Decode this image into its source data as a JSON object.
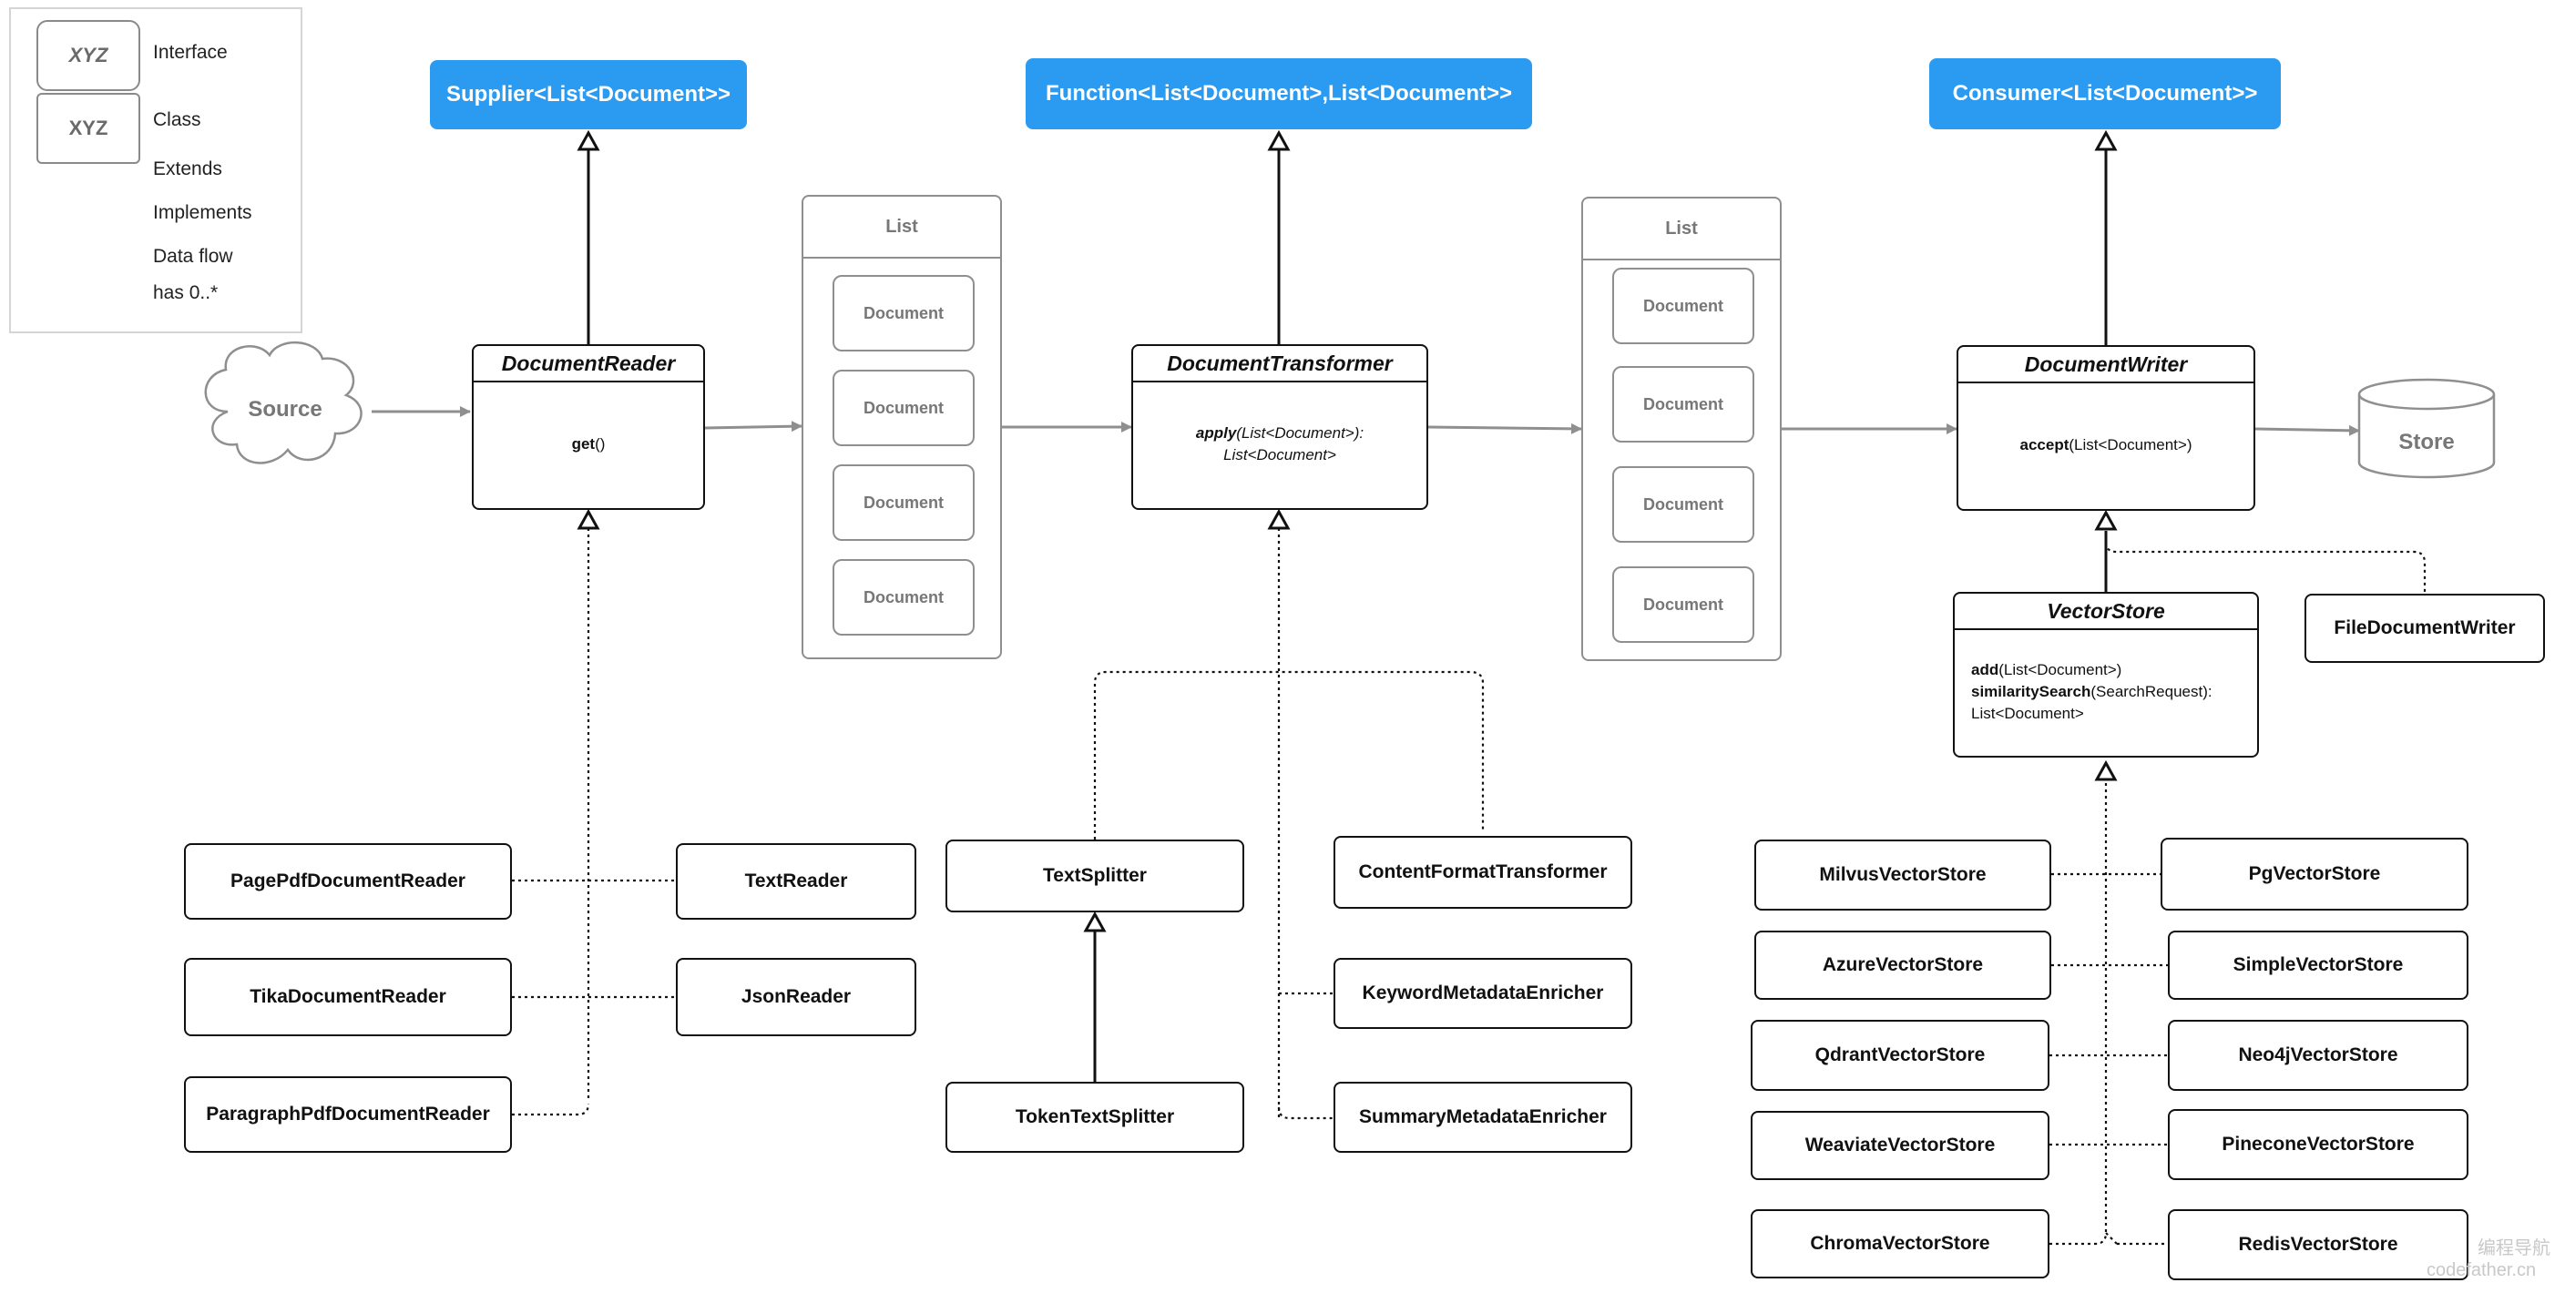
{
  "legend": {
    "interface_symbol": "XYZ",
    "interface_label": "Interface",
    "class_symbol": "XYZ",
    "class_label": "Class",
    "extends_label": "Extends",
    "implements_label": "Implements",
    "dataflow_label": "Data flow",
    "has_label": "has 0..*"
  },
  "interfaces": {
    "supplier": "Supplier<List<Document>>",
    "function": "Function<List<Document>,List<Document>>",
    "consumer": "Consumer<List<Document>>"
  },
  "source_label": "Source",
  "store_label": "Store",
  "reader": {
    "title": "DocumentReader",
    "method": "get",
    "params": "()"
  },
  "transformer": {
    "title": "DocumentTransformer",
    "method": "apply",
    "params": "(List<Document>):",
    "returns": "List<Document>"
  },
  "writer": {
    "title": "DocumentWriter",
    "method": "accept",
    "params": "(List<Document>)"
  },
  "vector_store": {
    "title": "VectorStore",
    "m1": "add",
    "m1_params": "(List<Document>)",
    "m2": "similaritySearch",
    "m2_params": "(SearchRequest):",
    "m2_returns": "List<Document>"
  },
  "list1": {
    "title": "List",
    "items": [
      "Document",
      "Document",
      "Document",
      "Document"
    ]
  },
  "list2": {
    "title": "List",
    "items": [
      "Document",
      "Document",
      "Document",
      "Document"
    ]
  },
  "readers": {
    "page_pdf": "PagePdfDocumentReader",
    "tika": "TikaDocumentReader",
    "paragraph_pdf": "ParagraphPdfDocumentReader",
    "text": "TextReader",
    "json": "JsonReader"
  },
  "transformers": {
    "text_splitter": "TextSplitter",
    "token_text_splitter": "TokenTextSplitter",
    "content_format": "ContentFormatTransformer",
    "keyword": "KeywordMetadataEnricher",
    "summary": "SummaryMetadataEnricher"
  },
  "writers": {
    "file": "FileDocumentWriter",
    "milvus": "MilvusVectorStore",
    "azure": "AzureVectorStore",
    "qdrant": "QdrantVectorStore",
    "weaviate": "WeaviateVectorStore",
    "chroma": "ChromaVectorStore",
    "pg": "PgVectorStore",
    "simple": "SimpleVectorStore",
    "neo4j": "Neo4jVectorStore",
    "pinecone": "PineconeVectorStore",
    "redis": "RedisVectorStore"
  },
  "watermark": {
    "line1": "编程导航",
    "line2": "codefather.cn"
  },
  "colors": {
    "interface_blue": "#2b9af1",
    "line_gray": "#8f8f8f",
    "outline": "#111111"
  }
}
